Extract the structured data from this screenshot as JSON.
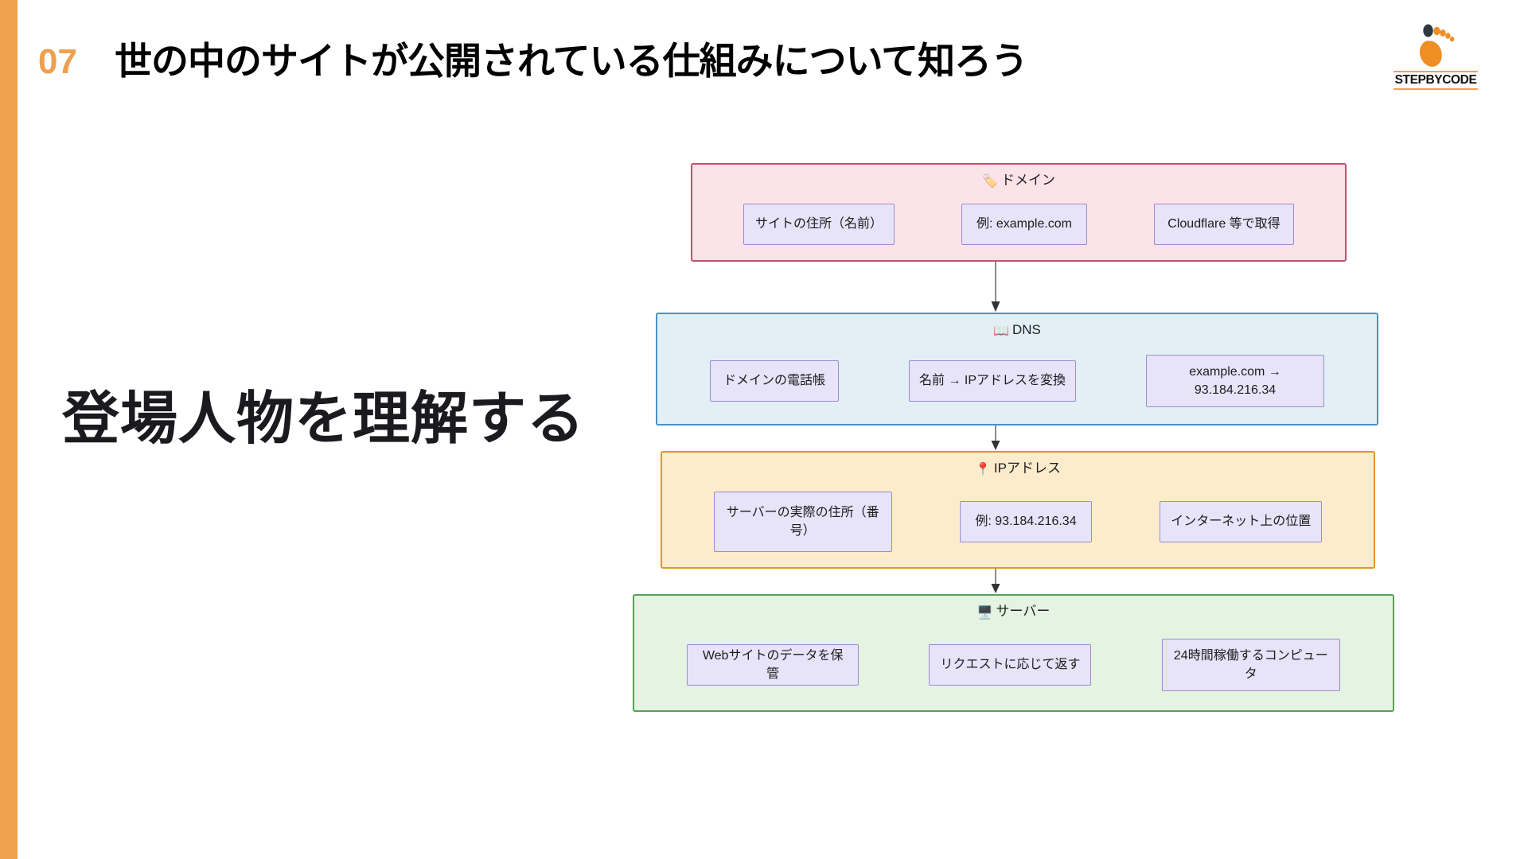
{
  "slide": {
    "number": "07",
    "title": "世の中のサイトが公開されている仕組みについて知ろう",
    "headline": "登場人物を理解する",
    "accent_color": "#f0a24e"
  },
  "brand": {
    "wordmark": "STEPBYCODE",
    "icon": "footprint-icon",
    "footprint_color": "#ef8f23",
    "toe_dark_color": "#2f3740"
  },
  "diagram": {
    "type": "vertical-flow",
    "stages": [
      {
        "id": "domain",
        "icon": "🏷️",
        "icon_name": "label-tag-icon",
        "title": "ドメイン",
        "border_color": "#c0506e",
        "fill_color": "#fbe3e9",
        "cards": [
          "サイトの住所（名前）",
          "例: example.com",
          "Cloudflare 等で取得"
        ]
      },
      {
        "id": "dns",
        "icon": "📖",
        "icon_name": "open-book-icon",
        "title": "DNS",
        "border_color": "#4a90d0",
        "fill_color": "#e2f0f6",
        "cards": [
          "ドメインの電話帳",
          "名前 → IPアドレスを変換",
          "example.com → 93.184.216.34"
        ]
      },
      {
        "id": "ip",
        "icon": "📍",
        "icon_name": "map-pin-icon",
        "title": "IPアドレス",
        "border_color": "#dd9726",
        "fill_color": "#fdeccb",
        "cards": [
          "サーバーの実際の住所（番号）",
          "例: 93.184.216.34",
          "インターネット上の位置"
        ]
      },
      {
        "id": "server",
        "icon": "🖥️",
        "icon_name": "computer-monitor-icon",
        "title": "サーバー",
        "border_color": "#54a254",
        "fill_color": "#e4f3e2",
        "cards": [
          "Webサイトのデータを保管",
          "リクエストに応じて返す",
          "24時間稼働するコンピュータ"
        ]
      }
    ],
    "card_fill_color": "#e7e3f8",
    "card_border_color": "#9b8bd0",
    "connector_color": "#6f6f6f"
  }
}
